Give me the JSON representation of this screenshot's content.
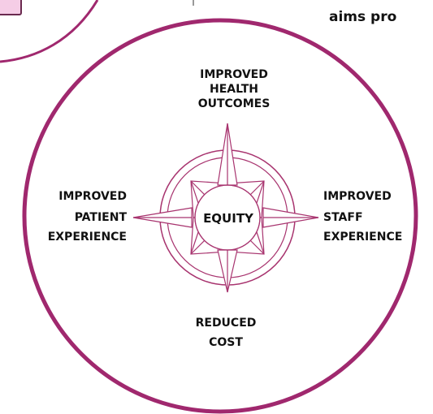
{
  "header_fragment": "aims pro",
  "center_label": "EQUITY",
  "aims": {
    "top": [
      "IMPROVED",
      "HEALTH",
      "OUTCOMES"
    ],
    "left": [
      "IMPROVED",
      "PATIENT",
      "EXPERIENCE"
    ],
    "right": [
      "IMPROVED",
      "STAFF",
      "EXPERIENCE"
    ],
    "bottom": [
      "REDUCED",
      "COST"
    ]
  },
  "colors": {
    "circle_stroke": "#a0286e",
    "compass_stroke": "#a8346f",
    "corner_fill": "#f5cde6",
    "text": "#111111"
  },
  "icons": {
    "compass": "compass-rose-icon"
  }
}
